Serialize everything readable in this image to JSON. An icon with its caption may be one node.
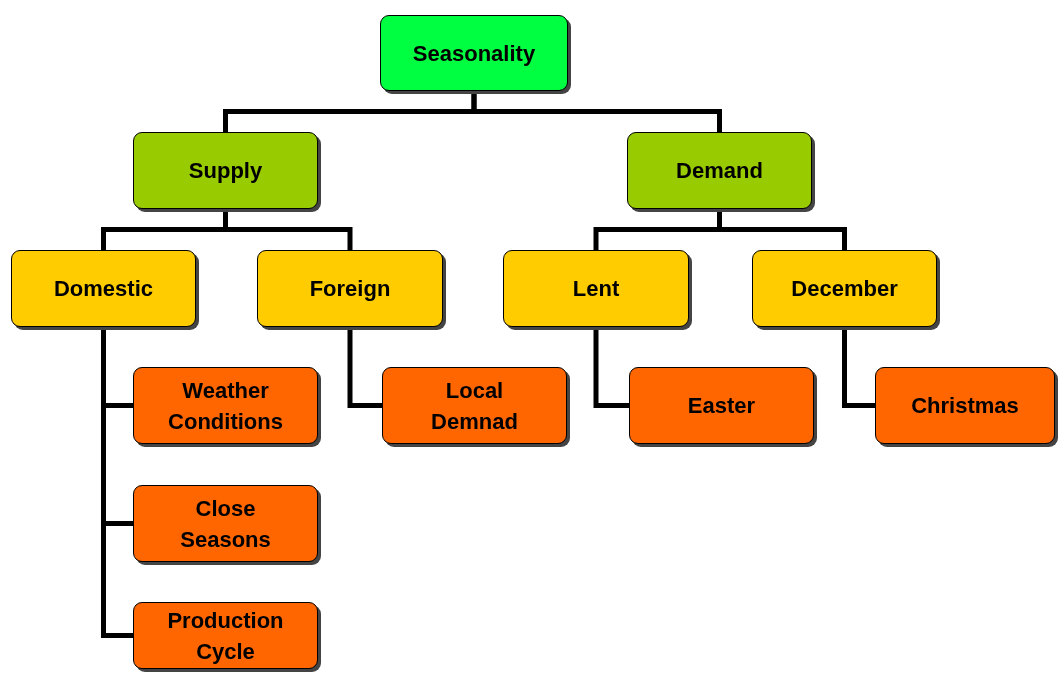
{
  "diagram": {
    "nodes": [
      {
        "text": [
          "Seasonality"
        ]
      },
      {
        "text": [
          "Supply"
        ]
      },
      {
        "text": [
          "Demand"
        ]
      },
      {
        "text": [
          "Domestic"
        ]
      },
      {
        "text": [
          "Foreign"
        ]
      },
      {
        "text": [
          "Lent"
        ]
      },
      {
        "text": [
          "December"
        ]
      },
      {
        "text": [
          "Weather Conditions"
        ]
      },
      {
        "text": [
          "Close Seasons"
        ]
      },
      {
        "text": [
          "Production Cycle"
        ]
      },
      {
        "text": [
          "Local Demnad"
        ]
      },
      {
        "text": [
          "Easter"
        ]
      },
      {
        "text": [
          "Christmas"
        ]
      }
    ],
    "edges": [
      {
        "from": 0,
        "to": 1,
        "arrow": "none"
      },
      {
        "from": 0,
        "to": 2,
        "arrow": "none"
      },
      {
        "from": 1,
        "to": 3,
        "arrow": "none"
      },
      {
        "from": 1,
        "to": 4,
        "arrow": "none"
      },
      {
        "from": 2,
        "to": 5,
        "arrow": "none"
      },
      {
        "from": 2,
        "to": 6,
        "arrow": "none"
      },
      {
        "from": 3,
        "to": 7,
        "arrow": "none"
      },
      {
        "from": 3,
        "to": 8,
        "arrow": "none"
      },
      {
        "from": 3,
        "to": 9,
        "arrow": "none"
      },
      {
        "from": 4,
        "to": 10,
        "arrow": "none"
      },
      {
        "from": 5,
        "to": 11,
        "arrow": "none"
      },
      {
        "from": 6,
        "to": 12,
        "arrow": "none"
      }
    ]
  }
}
